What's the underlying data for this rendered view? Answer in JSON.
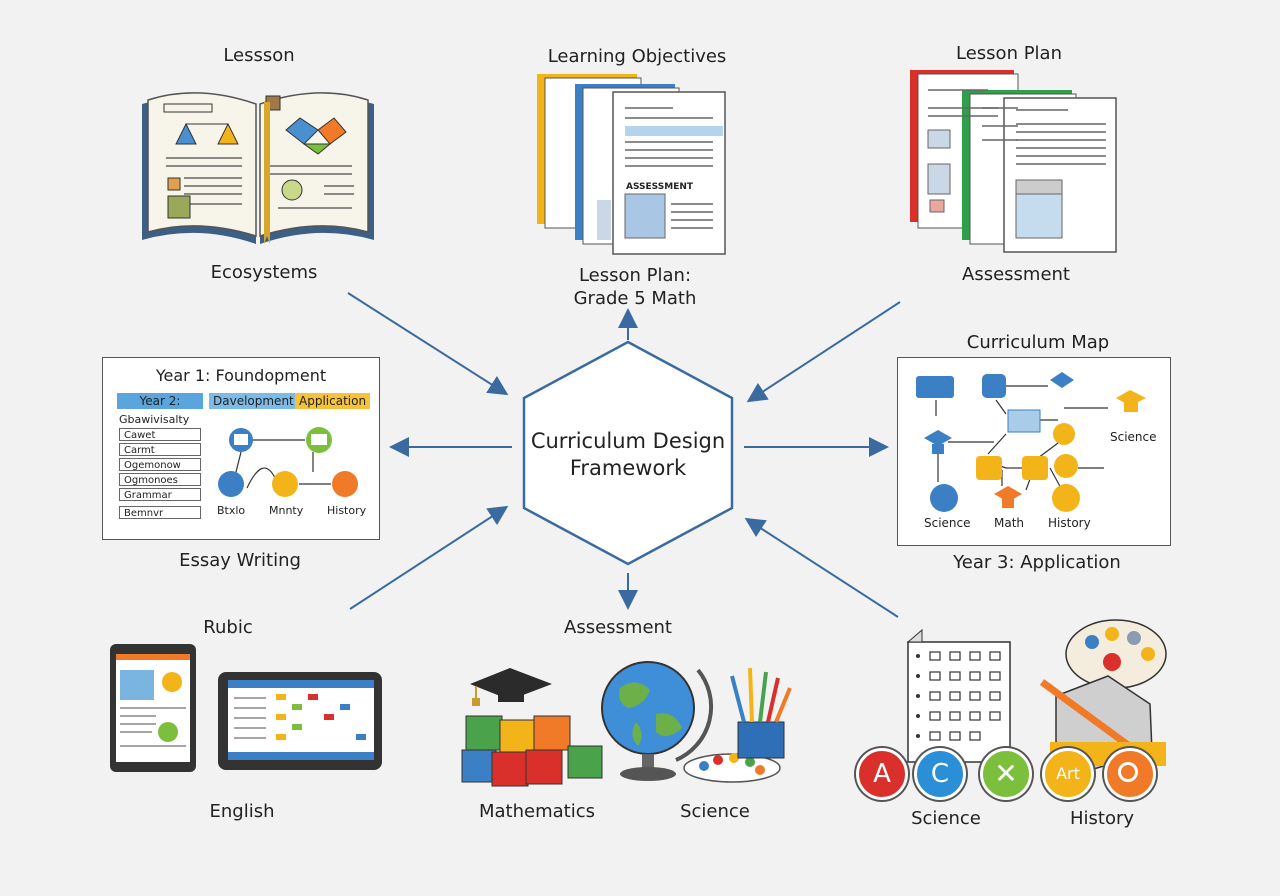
{
  "center": {
    "title_line1": "Curriculum Design",
    "title_line2": "Framework"
  },
  "top_left": {
    "top_label": "Lessson",
    "bottom_label": "Ecosystems"
  },
  "top_center": {
    "top_label": "Learning Objectives",
    "bottom_label_line1": "Lesson Plan:",
    "bottom_label_line2": "Grade 5 Math",
    "doc_label": "ASSESSMENT"
  },
  "top_right": {
    "top_label": "Lesson Plan",
    "bottom_label": "Assessment"
  },
  "mid_left": {
    "panel_title": "Year 1: Foundopment",
    "bottom_label": "Essay Writing",
    "chips": {
      "year2": "Year 2:",
      "development": "Davelopment",
      "application": "Application"
    },
    "list_header": "Gbawivisalty",
    "list_items": [
      "Cawet",
      "Carmt",
      "Ogemonow",
      "Ogmonoes",
      "Grammar",
      "Bemnvr"
    ],
    "nodes": [
      "Btxlo",
      "Mnnty",
      "History"
    ]
  },
  "mid_right": {
    "top_label": "Curriculum Map",
    "bottom_label": "Year 3: Application",
    "nodes": [
      "Science",
      "Science",
      "Math",
      "History"
    ]
  },
  "bottom_left": {
    "top_label": "Rubic",
    "bottom_label": "English"
  },
  "bottom_center": {
    "top_label": "Assessment",
    "label_left": "Mathematics",
    "label_right": "Science"
  },
  "bottom_right": {
    "label_left": "Science",
    "label_right": "History",
    "badges": [
      "A",
      "C",
      "Art"
    ]
  },
  "colors": {
    "arrow": "#3a6aa0",
    "blue": "#3b7fc4",
    "yellow": "#f3b41a",
    "green": "#7cbf3c",
    "orange": "#f07a28",
    "red": "#d9302b"
  }
}
